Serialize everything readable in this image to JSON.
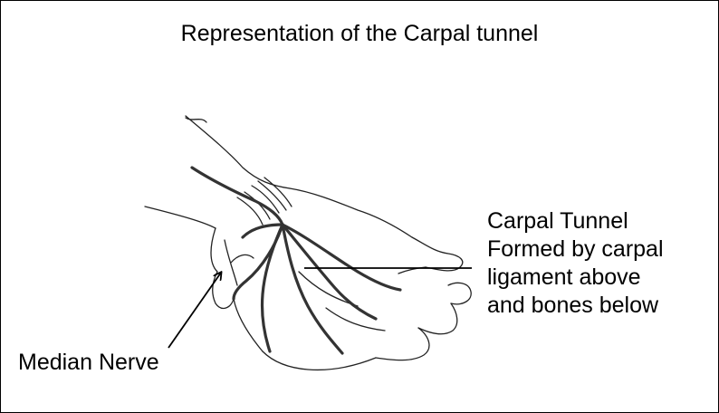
{
  "title": "Representation of the Carpal tunnel",
  "labels": {
    "carpal_tunnel": [
      "Carpal Tunnel",
      "Formed by carpal",
      "ligament above",
      "and bones below"
    ],
    "median_nerve": "Median Nerve"
  },
  "colors": {
    "line": "#000000",
    "background": "#ffffff"
  }
}
